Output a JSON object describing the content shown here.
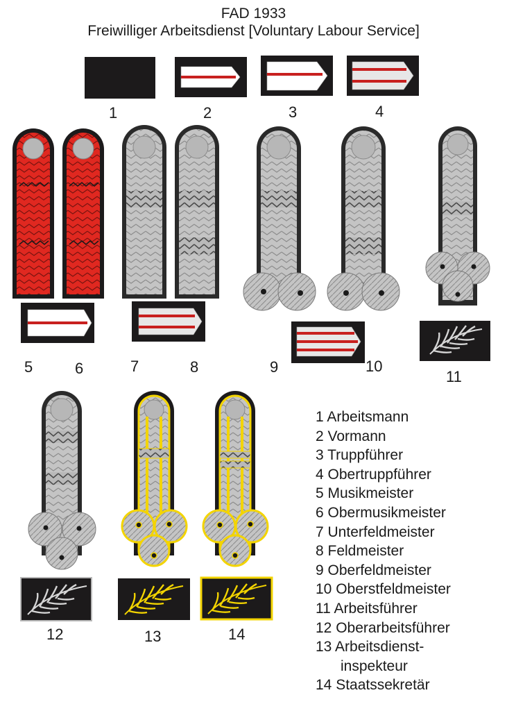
{
  "title": "FAD 1933",
  "subtitle": "Freiwilliger Arbeitsdienst [Voluntary Labour Service]",
  "numbers": [
    "1",
    "2",
    "3",
    "4",
    "5",
    "6",
    "7",
    "8",
    "9",
    "10",
    "11",
    "12",
    "13",
    "14"
  ],
  "legend": [
    "1 Arbeitsmann",
    "2 Vormann",
    "3 Truppführer",
    "4 Obertruppführer",
    "5 Musikmeister",
    "6 Obermusikmeister",
    "7 Unterfeldmeister",
    "8 Feldmeister",
    "9 Oberfeldmeister",
    "10 Oberstfeldmeister",
    "11 Arbeitsführer",
    "12 Oberarbeitsführer",
    "13 Arbeitsdienst-",
    "inspekteur",
    "14  Staatssekretär"
  ],
  "colors": {
    "badge_black": "#1c1a1b",
    "stripe_red": "#c8201f",
    "badge_white": "#ffffff",
    "strap_red": "#e02820",
    "strap_silver": "#c4c4c4",
    "strap_border": "#2a2a2a",
    "button_grey": "#b7b7b7",
    "gold": "#f3d400"
  }
}
